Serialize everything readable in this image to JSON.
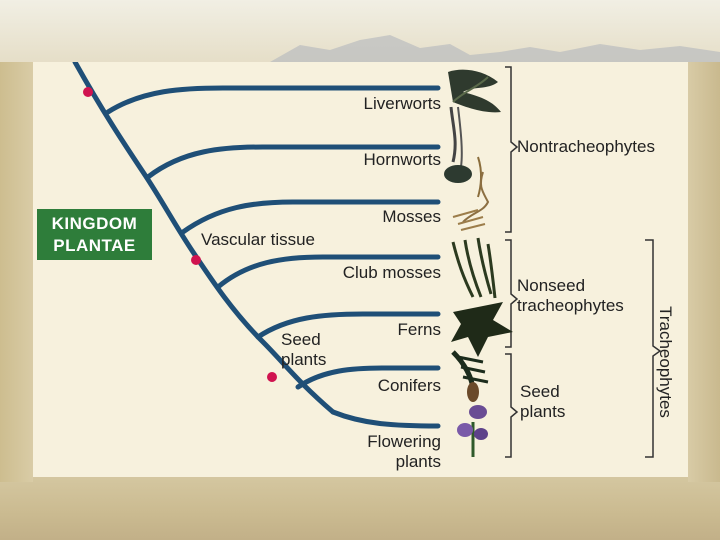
{
  "kingdom_label": "KINGDOM PLANTAE",
  "taxa": [
    "Liverworts",
    "Hornworts",
    "Mosses",
    "Club mosses",
    "Ferns",
    "Conifers",
    "Flowering plants"
  ],
  "traits": [
    "Vascular tissue",
    "Seed plants"
  ],
  "groups": [
    "Nontracheophytes",
    "Nonseed tracheophytes",
    "Seed plants",
    "Tracheophytes"
  ],
  "colors": {
    "branch": "#1f4f77",
    "node": "#d0134f",
    "kingdom_bg": "#2e7d3a"
  },
  "icons": [
    "liverwort-icon",
    "hornwort-icon",
    "moss-icon",
    "club-moss-icon",
    "fern-icon",
    "conifer-icon",
    "flower-icon"
  ]
}
